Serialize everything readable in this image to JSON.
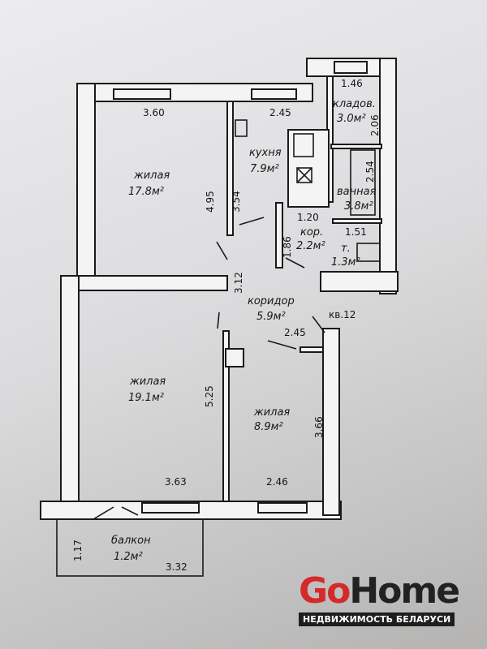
{
  "plan": {
    "apartment": "кв.12",
    "rooms": [
      {
        "name": "жилая",
        "area": "17.8м²"
      },
      {
        "name": "кухня",
        "area": "7.9м²"
      },
      {
        "name": "кладов.",
        "area": "3.0м²"
      },
      {
        "name": "ванная",
        "area": "3.8м²"
      },
      {
        "name": "кор.",
        "area": "2.2м²"
      },
      {
        "name": "т.",
        "area": "1.3м²"
      },
      {
        "name": "коридор",
        "area": "5.9м²"
      },
      {
        "name": "жилая",
        "area": "19.1м²"
      },
      {
        "name": "жилая",
        "area": "8.9м²"
      },
      {
        "name": "балкон",
        "area": "1.2м²"
      }
    ],
    "dimensions": [
      "3.60",
      "2.45",
      "1.46",
      "2.06",
      "4.95",
      "3.54",
      "2.54",
      "1.20",
      "1.51",
      "1.86",
      "3.12",
      "2.45",
      "5.25",
      "3.66",
      "3.63",
      "2.46",
      "1.17",
      "3.32"
    ]
  },
  "logo": {
    "main_go": "Go",
    "main_home": "Home",
    "subtitle": "НЕДВИЖИМОСТЬ БЕЛАРУСИ"
  }
}
